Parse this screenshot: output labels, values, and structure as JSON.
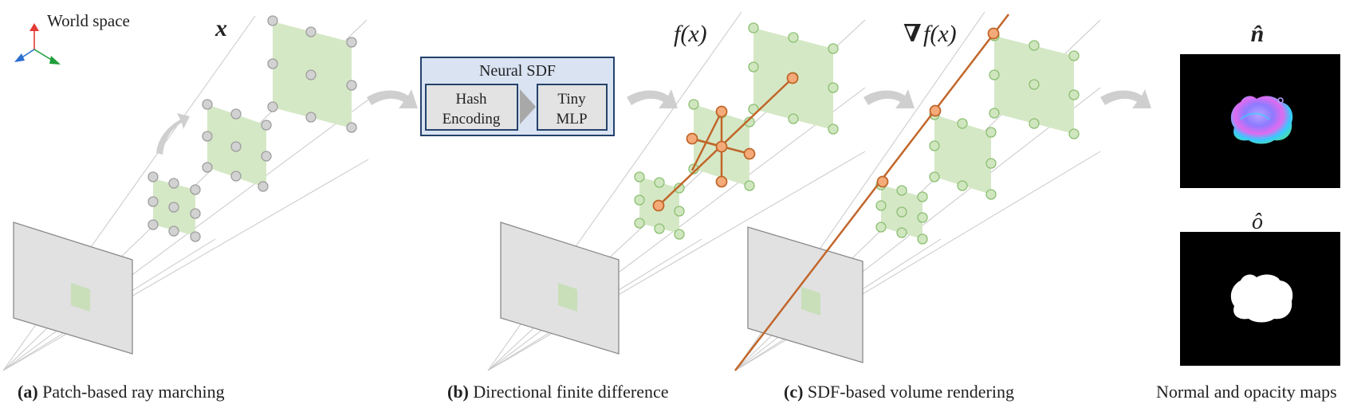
{
  "world_space_label": "World space",
  "labels": {
    "x": "x",
    "fx": "f(x)",
    "grad_nabla": "∇",
    "grad_rest": "f(x)",
    "n_hat": "n̂",
    "o_hat": "ô"
  },
  "sdf": {
    "title": "Neural SDF",
    "box1_line1": "Hash",
    "box1_line2": "Encoding",
    "box2_line1": "Tiny",
    "box2_line2": "MLP"
  },
  "captions": {
    "a_tag": "(a)",
    "a_text": " Patch-based ray marching",
    "b_tag": "(b)",
    "b_text": " Directional finite difference",
    "c_tag": "(c)",
    "c_text": " SDF-based volume rendering",
    "d_text": "Normal and opacity maps"
  },
  "colors": {
    "patch_green": "#d5e8c6",
    "sample_gray": "#d2d2d2",
    "sample_green": "#cfe6bf",
    "orange": "#c1662a",
    "orange_fill": "#f4ab79",
    "sdf_bg": "#d9e3f2",
    "sdf_border": "#24426b"
  }
}
